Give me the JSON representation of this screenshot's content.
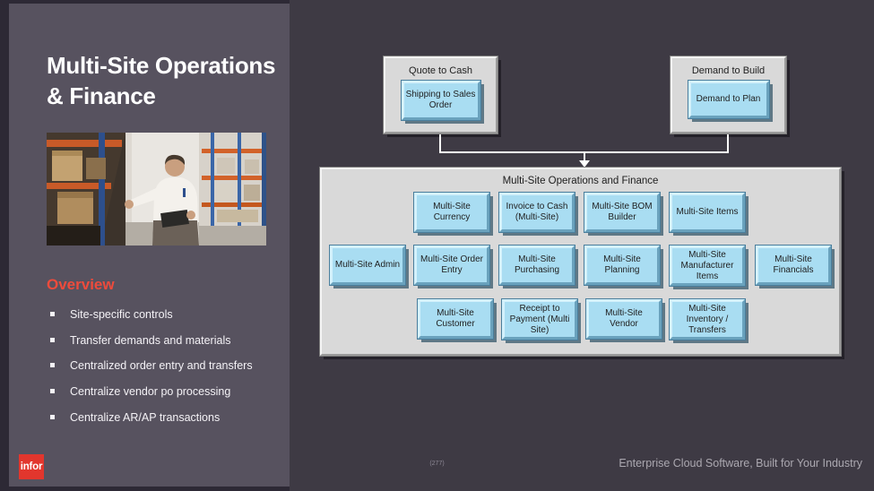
{
  "slide": {
    "title": "Multi-Site Operations & Finance",
    "overview_heading": "Overview",
    "bullets": [
      "Site-specific controls",
      "Transfer demands and materials",
      "Centralized order entry and transfers",
      "Centralize vendor po processing",
      "Centralize AR/AP transactions"
    ],
    "photo_alt": "warehouse-worker-checking-boxes",
    "footer": {
      "logo_text": "infor",
      "page_number": "(277)",
      "tagline": "Enterprise Cloud Software, Built for Your Industry"
    }
  },
  "diagram": {
    "top_boxes": [
      {
        "title": "Quote to Cash",
        "button": "Shipping to Sales Order"
      },
      {
        "title": "Demand to Build",
        "button": "Demand to Plan"
      }
    ],
    "container": {
      "title": "Multi-Site Operations and Finance",
      "rows": [
        [
          "Multi-Site Currency",
          "Invoice to Cash (Multi-Site)",
          "Multi-Site BOM Builder",
          "Multi-Site Items"
        ],
        [
          "Multi-Site Admin",
          "Multi-Site Order Entry",
          "Multi-Site Purchasing",
          "Multi-Site Planning",
          "Multi-Site Manufacturer Items",
          "Multi-Site Financials"
        ],
        [
          "Multi-Site Customer",
          "Receipt to Payment (Multi Site)",
          "Multi-Site Vendor",
          "Multi-Site Inventory / Transfers"
        ]
      ]
    }
  },
  "colors": {
    "left_panel": "#57525f",
    "right_background": "#3e3a44",
    "accent_red": "#ee4b3c",
    "logo_red": "#e2362d",
    "node_blue": "#a9ddf2",
    "panel_gray": "#d9d9d9",
    "connector_white": "#ffffff"
  }
}
